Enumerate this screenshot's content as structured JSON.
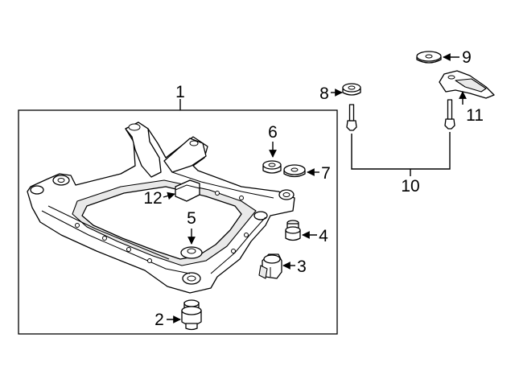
{
  "diagram": {
    "callouts": {
      "c1": "1",
      "c2": "2",
      "c3": "3",
      "c4": "4",
      "c5": "5",
      "c6": "6",
      "c7": "7",
      "c8": "8",
      "c9": "9",
      "c10": "10",
      "c11": "11",
      "c12": "12"
    },
    "parts": {
      "c1": "subframe-crossmember",
      "c2": "bushing",
      "c3": "rear-mount-bracket",
      "c4": "bushing",
      "c5": "insulator",
      "c6": "insulator",
      "c7": "washer",
      "c8": "washer",
      "c9": "washer",
      "c10": "bolt-pair",
      "c11": "reinforcement-plate",
      "c12": "bracket"
    }
  }
}
